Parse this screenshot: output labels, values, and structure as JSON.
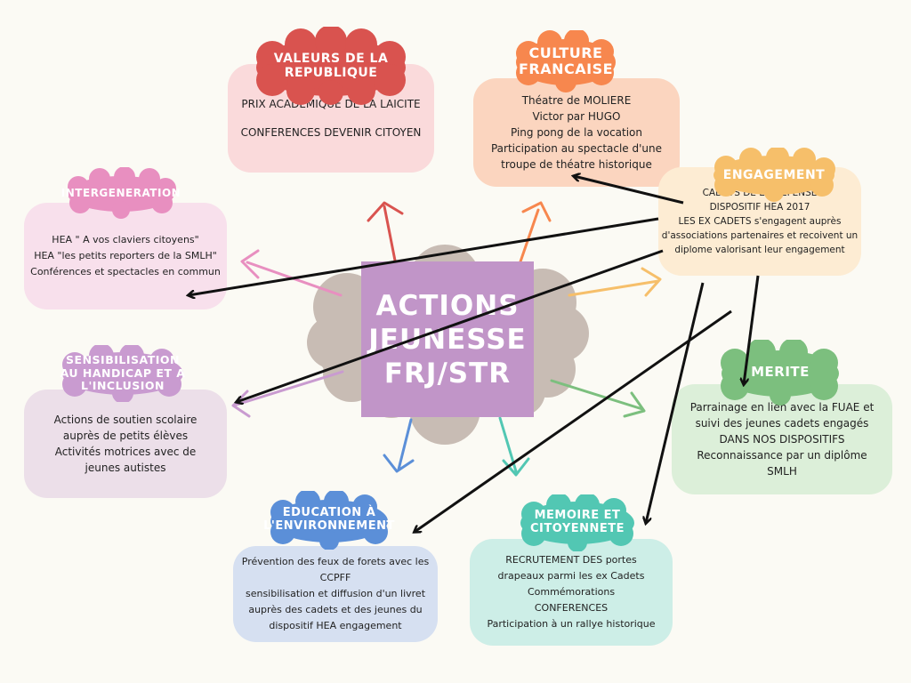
{
  "colors": {
    "background": "#fbfaf4",
    "center_box": "#c195c8",
    "center_cloud": "#c8bcb4",
    "arrow": "#111111"
  },
  "center": {
    "lines": [
      "ACTIONS",
      "JEUNESSE",
      "FRJ/STR"
    ]
  },
  "nodes": {
    "valeurs": {
      "title": [
        "VALEURS DE LA",
        "REPUBLIQUE"
      ],
      "lines": [
        "PRIX ACADEMIQUE DE LA LAICITE",
        "",
        "CONFERENCES DEVENIR CITOYEN"
      ],
      "title_color": "#d9534f",
      "card_color": "#fadadb"
    },
    "culture": {
      "title": [
        "CULTURE",
        "FRANCAISE"
      ],
      "lines": [
        "Théatre de MOLIERE",
        "Victor par HUGO",
        "Ping pong de la vocation",
        "Participation au spectacle d'une",
        "troupe de théatre historique"
      ],
      "title_color": "#f7874e",
      "card_color": "#fbd5bf"
    },
    "engagement": {
      "title": [
        "ENGAGEMENT"
      ],
      "lines": [
        "CADETS DE LA DEFENSE",
        "DISPOSITIF HEA 2017",
        "LES EX CADETS s'engagent auprès",
        "d'associations partenaires et recoivent un",
        "diplome valorisant leur engagement"
      ],
      "title_color": "#f6bf6a",
      "card_color": "#fdecd3"
    },
    "intergeneration": {
      "title": [
        "INTERGENERATION"
      ],
      "lines": [
        "HEA \" A vos claviers citoyens\"",
        "HEA \"les petits reporters de la SMLH\"",
        "Conférences et spectacles en commun"
      ],
      "title_color": "#e88fc0",
      "card_color": "#f8e0ec"
    },
    "sensibilisation": {
      "title": [
        "SENSIBILISATION",
        "AU HANDICAP ET A",
        "L'INCLUSION"
      ],
      "lines": [
        "Actions de soutien scolaire",
        "auprès de petits élèves",
        "Activités motrices avec de",
        "jeunes autistes"
      ],
      "title_color": "#c99bd0",
      "card_color": "#ecdfe9"
    },
    "merite": {
      "title": [
        "MERITE"
      ],
      "lines": [
        "Parrainage en lien avec la FUAE et",
        "suivi des jeunes cadets engagés",
        "DANS NOS DISPOSITIFS",
        "Reconnaissance par un diplôme",
        "SMLH"
      ],
      "title_color": "#7cbf7e",
      "card_color": "#dcefd9"
    },
    "education": {
      "title": [
        "EDUCATION À",
        "L'ENVIRONNEMENT"
      ],
      "lines": [
        "Prévention des feux de forets  avec les",
        "CCPFF",
        "sensibilisation et diffusion d'un livret",
        "auprès des cadets et des jeunes du",
        "dispositif HEA engagement"
      ],
      "title_color": "#5b8fd8",
      "card_color": "#d6e0f1"
    },
    "memoire": {
      "title": [
        "MEMOIRE ET",
        "CITOYENNETE"
      ],
      "lines": [
        "RECRUTEMENT DES portes",
        "drapeaux parmi les ex Cadets",
        "Commémorations",
        "CONFERENCES",
        "Participation à un rallye historique"
      ],
      "title_color": "#52c7b3",
      "card_color": "#cdeee7"
    }
  }
}
